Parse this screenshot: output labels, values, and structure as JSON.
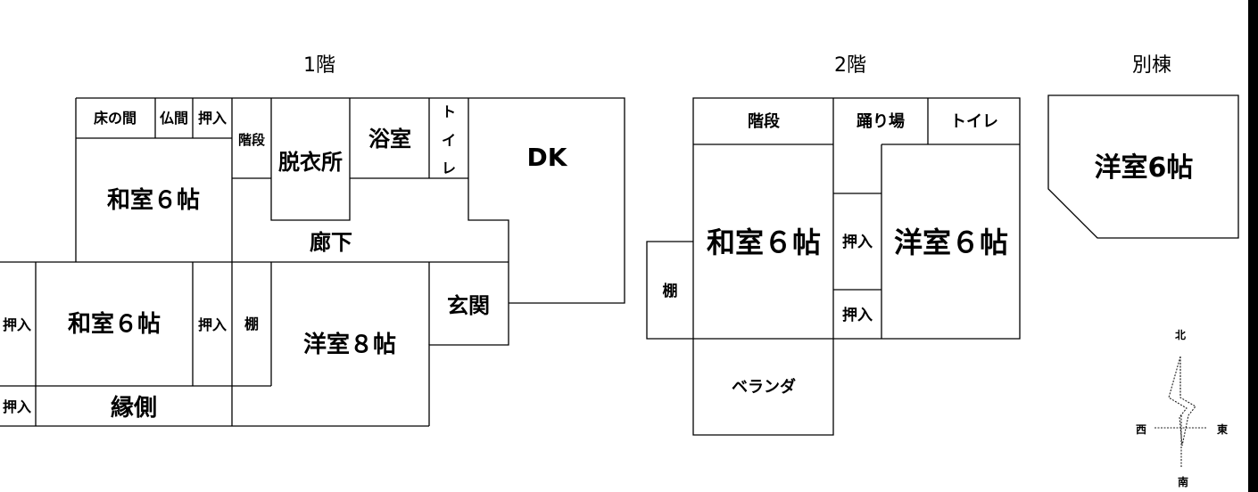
{
  "floors": {
    "first": {
      "title": "1階",
      "rooms": {
        "tokonoma": "床の間",
        "butsuma": "仏間",
        "oshiire_top": "押入",
        "stairs": "階段",
        "dressing": "脱衣所",
        "bath": "浴室",
        "toilet_1": "ト",
        "toilet_2": "イ",
        "toilet_3": "レ",
        "dk": "DK",
        "washitsu_top": "和室６帖",
        "corridor": "廊下",
        "genkan": "玄関",
        "oshiire_left": "押入",
        "washitsu_bottom": "和室６帖",
        "oshiire_mid": "押入",
        "shelf": "棚",
        "youshitsu": "洋室８帖",
        "oshiire_bottom": "押入",
        "engawa": "縁側"
      }
    },
    "second": {
      "title": "2階",
      "rooms": {
        "stairs": "階段",
        "landing": "踊り場",
        "toilet": "トイレ",
        "washitsu": "和室６帖",
        "oshiire_1": "押入",
        "youshitsu": "洋室６帖",
        "shelf": "棚",
        "oshiire_2": "押入",
        "veranda": "ベランダ"
      }
    },
    "annex": {
      "title": "別棟",
      "rooms": {
        "youshitsu": "洋室6帖"
      }
    }
  },
  "compass": {
    "north": "北",
    "south": "南",
    "east": "東",
    "west": "西"
  }
}
